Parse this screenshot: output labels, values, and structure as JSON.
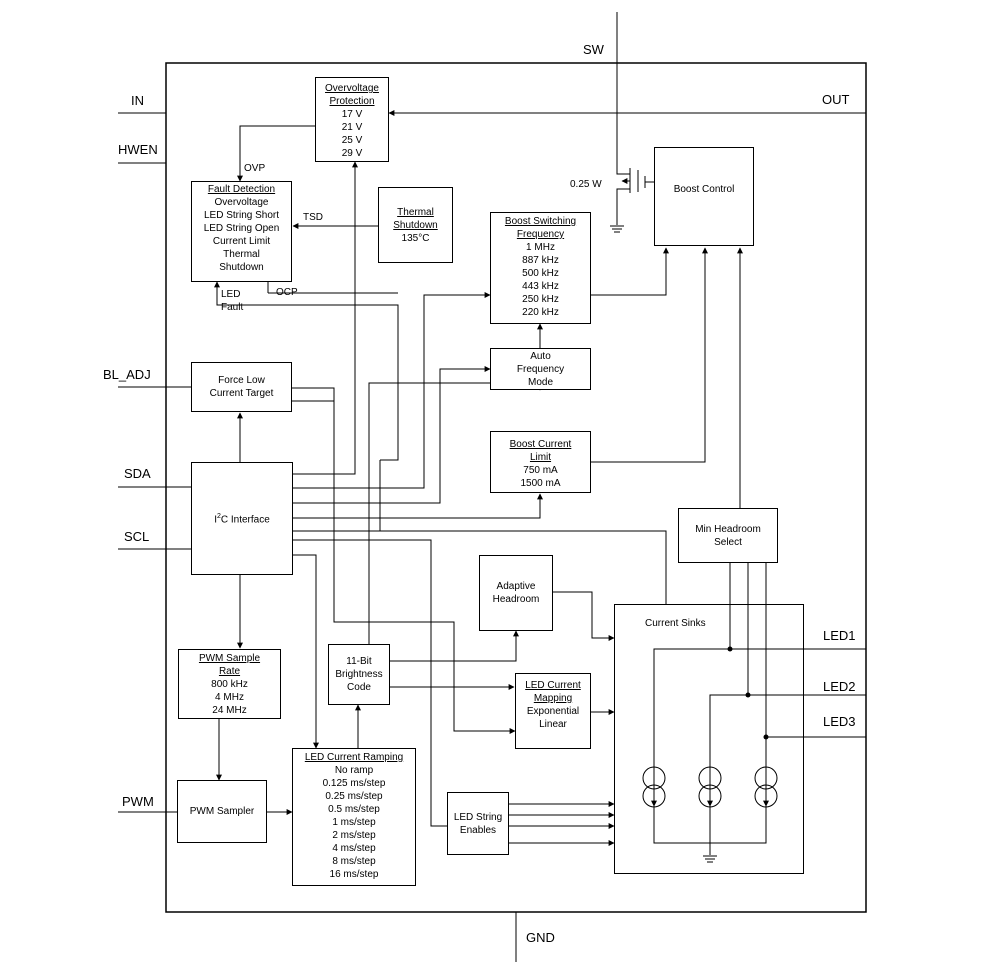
{
  "pins": {
    "in": "IN",
    "hwen": "HWEN",
    "bl_adj": "BL_ADJ",
    "sda": "SDA",
    "scl": "SCL",
    "pwm": "PWM",
    "sw": "SW",
    "out": "OUT",
    "led1": "LED1",
    "led2": "LED2",
    "led3": "LED3",
    "gnd": "GND"
  },
  "signals": {
    "ovp": "OVP",
    "tsd": "TSD",
    "led_fault": [
      "LED",
      "Fault"
    ],
    "ocp": "OCP",
    "switch_rating": "0.25 W"
  },
  "blocks": {
    "overvoltage": {
      "title": [
        "Overvoltage",
        "Protection"
      ],
      "items": [
        "17 V",
        "21 V",
        "25 V",
        "29 V"
      ]
    },
    "fault_detection": {
      "title": "Fault Detection",
      "items": [
        "Overvoltage",
        "LED String Short",
        "LED String Open",
        "Current Limit",
        "Thermal",
        "Shutdown"
      ]
    },
    "thermal": {
      "title": [
        "Thermal",
        "Shutdown"
      ],
      "items": [
        "135°C"
      ]
    },
    "boost_freq": {
      "title": [
        "Boost Switching",
        "Frequency"
      ],
      "items": [
        "1 MHz",
        "887 kHz",
        "500 kHz",
        "443 kHz",
        "250 kHz",
        "220 kHz"
      ]
    },
    "boost_control": {
      "label": "Boost Control"
    },
    "auto_freq": {
      "items": [
        "Auto",
        "Frequency",
        "Mode"
      ]
    },
    "force_low": {
      "items": [
        "Force Low",
        "Current Target"
      ]
    },
    "boost_limit": {
      "title": [
        "Boost Current",
        "Limit"
      ],
      "items": [
        "750 mA",
        "1500 mA"
      ]
    },
    "i2c": {
      "label_pre": "I",
      "label_sup": "2",
      "label_post": "C Interface"
    },
    "min_headroom": {
      "items": [
        "Min Headroom",
        "Select"
      ]
    },
    "adaptive": {
      "items": [
        "Adaptive",
        "Headroom"
      ]
    },
    "current_sinks": {
      "label": "Current Sinks"
    },
    "pwm_rate": {
      "title": [
        "PWM Sample",
        "Rate"
      ],
      "items": [
        "800 kHz",
        "4 MHz",
        "24 MHz"
      ]
    },
    "brightness": {
      "items": [
        "11-Bit",
        "Brightness",
        "Code"
      ]
    },
    "led_mapping": {
      "title": [
        "LED Current",
        "Mapping"
      ],
      "items": [
        "Exponential",
        "Linear"
      ]
    },
    "pwm_sampler": {
      "label": "PWM Sampler"
    },
    "ramping": {
      "title": "LED Current Ramping",
      "items": [
        "No ramp",
        "0.125 ms/step",
        "0.25 ms/step",
        "0.5 ms/step",
        "1 ms/step",
        "2 ms/step",
        "4 ms/step",
        "8 ms/step",
        "16 ms/step"
      ]
    },
    "string_enables": {
      "items": [
        "LED String",
        "Enables"
      ]
    }
  }
}
